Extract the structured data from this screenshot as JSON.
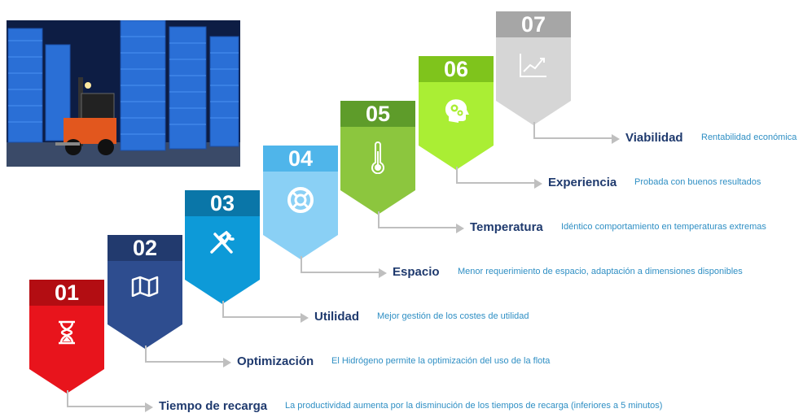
{
  "steps": [
    {
      "num": "01",
      "title": "Tiempo de recarga",
      "desc": "La productividad aumenta por la disminución de los tiempos de recarga (inferiores a 5 minutos)",
      "color": "#e8141c",
      "dark": "#b30d12",
      "icon": "hourglass-icon"
    },
    {
      "num": "02",
      "title": "Optimización",
      "desc": "El Hidrógeno permite la optimización del uso de la flota",
      "color": "#2e4d8f",
      "dark": "#223a6e",
      "icon": "map-icon"
    },
    {
      "num": "03",
      "title": "Utilidad",
      "desc": "Mejor gestión de los costes de utilidad",
      "color": "#0d9ad8",
      "dark": "#0a76a8",
      "icon": "tools-icon"
    },
    {
      "num": "04",
      "title": "Espacio",
      "desc": "Menor requerimiento de espacio, adaptación a dimensiones disponibles",
      "color": "#8ad0f5",
      "dark": "#4fb5ea",
      "icon": "lifebuoy-icon"
    },
    {
      "num": "05",
      "title": "Temperatura",
      "desc": "Idéntico comportamiento en temperaturas extremas",
      "color": "#8cc63e",
      "dark": "#5e9c2a",
      "icon": "thermometer-icon"
    },
    {
      "num": "06",
      "title": "Experiencia",
      "desc": "Probada con buenos resultados",
      "color": "#aaee34",
      "dark": "#7fc41c",
      "icon": "head-gears-icon"
    },
    {
      "num": "07",
      "title": "Viabilidad",
      "desc": "Rentabilidad económica",
      "color": "#d6d6d6",
      "dark": "#a6a6a6",
      "icon": "growth-chart-icon"
    }
  ]
}
